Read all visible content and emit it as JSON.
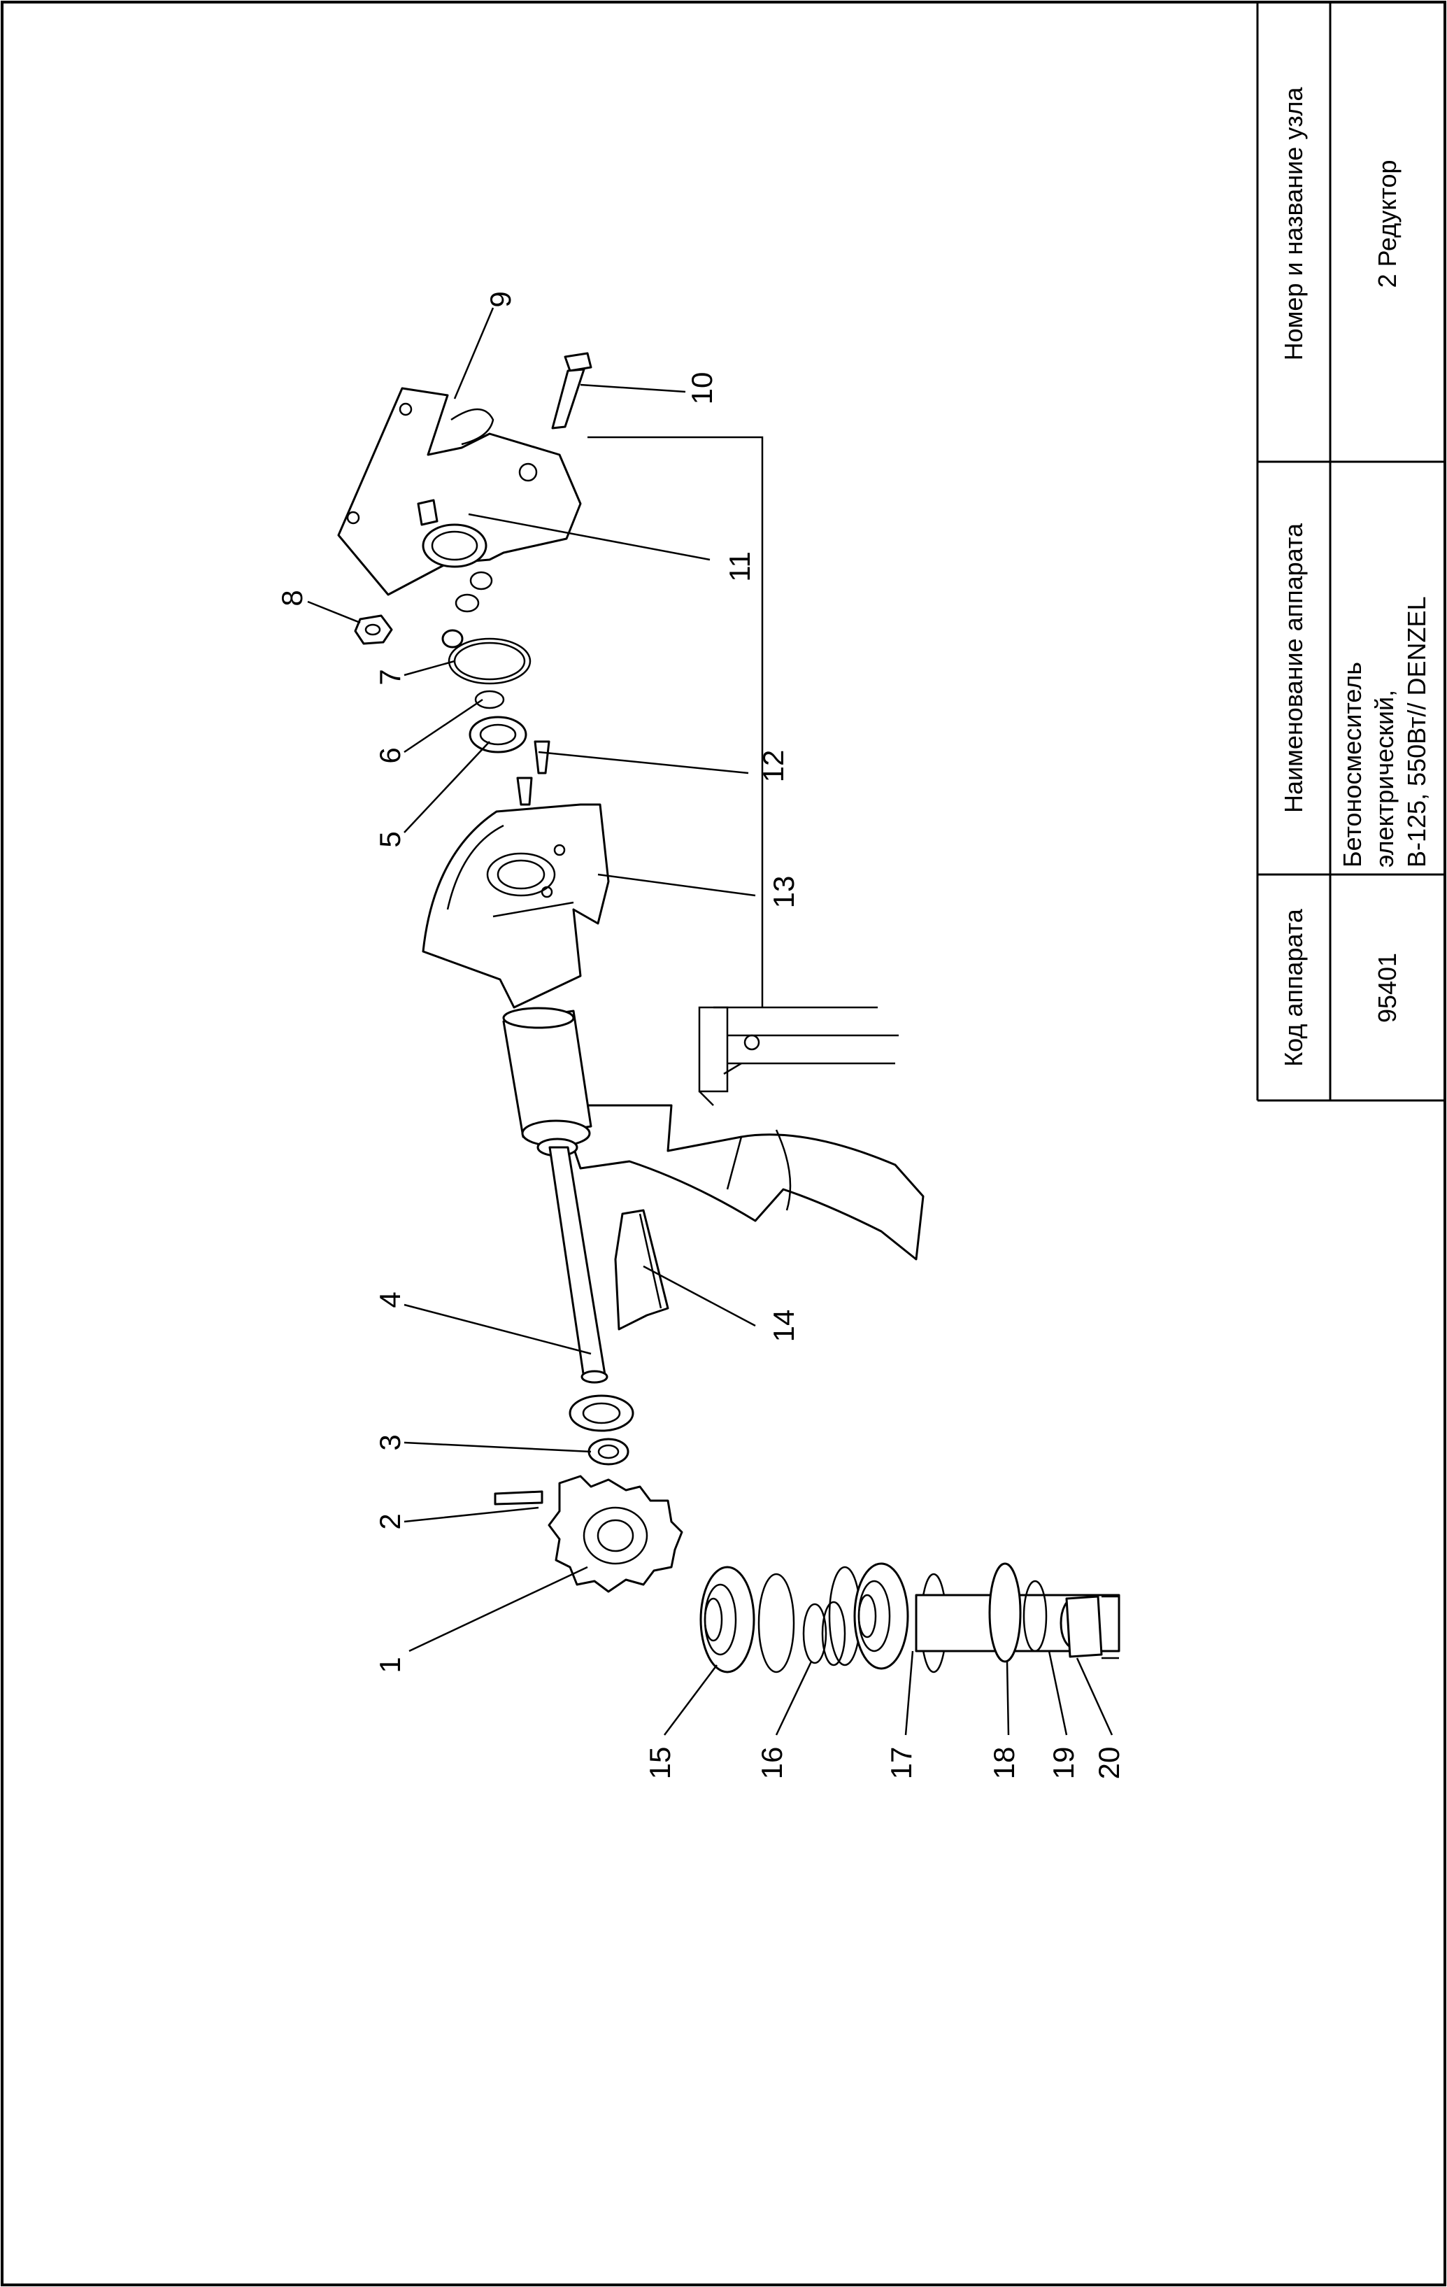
{
  "title_block": {
    "col_code": {
      "header": "Код аппарата",
      "value": "95401"
    },
    "col_name": {
      "header": "Наименование аппарата",
      "lines": [
        "Бетоносмеситель",
        "электрический,",
        "B-125, 550Вт// DENZEL"
      ]
    },
    "col_unit": {
      "header": "Номер и название узла",
      "value": "2 Редуктор"
    }
  },
  "callouts": [
    "1",
    "2",
    "3",
    "4",
    "5",
    "6",
    "7",
    "8",
    "9",
    "10",
    "11",
    "12",
    "13",
    "14",
    "15",
    "16",
    "17",
    "18",
    "19",
    "20"
  ],
  "colors": {
    "line": "#000000",
    "background": "#ffffff"
  }
}
